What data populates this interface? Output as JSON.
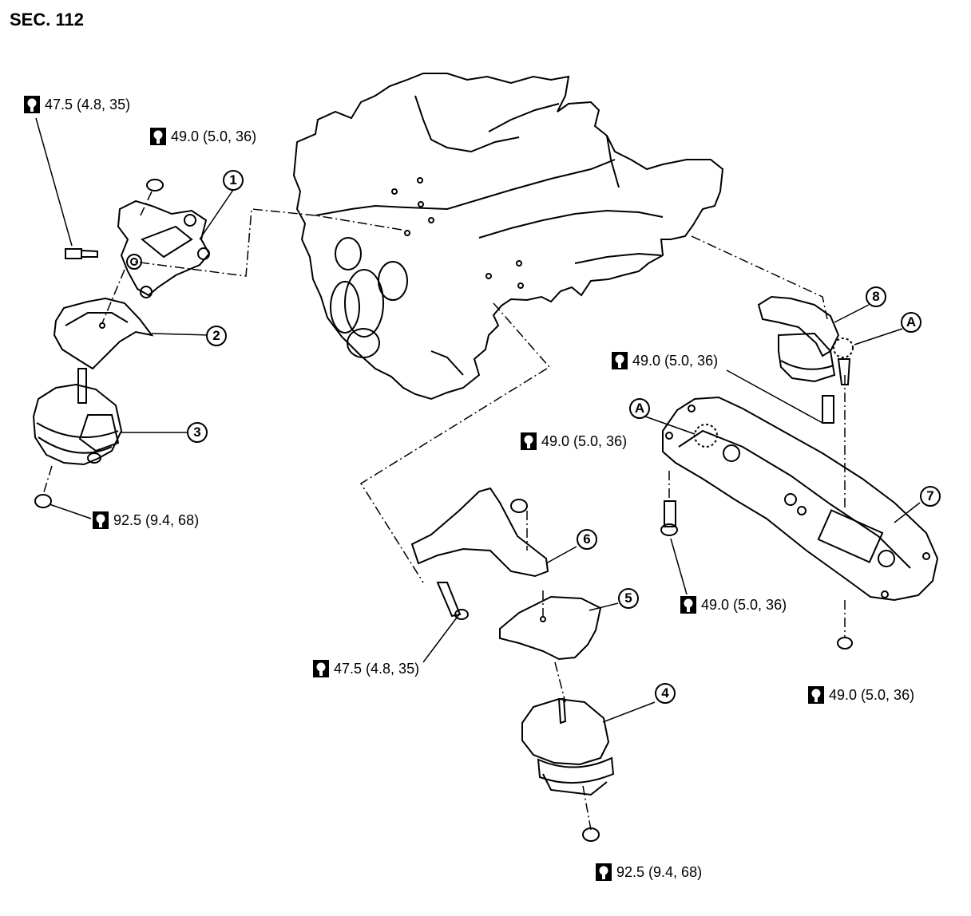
{
  "section_label": "SEC. 112",
  "torque_labels": [
    {
      "id": "t1",
      "text": "47.5 (4.8, 35)",
      "icon": "torque-wrench-icon"
    },
    {
      "id": "t2",
      "text": "49.0 (5.0, 36)",
      "icon": "torque-wrench-icon"
    },
    {
      "id": "t3",
      "text": "92.5 (9.4, 68)",
      "icon": "torque-wrench-icon"
    },
    {
      "id": "t4",
      "text": "49.0 (5.0, 36)",
      "icon": "torque-wrench-icon"
    },
    {
      "id": "t5",
      "text": "49.0 (5.0, 36)",
      "icon": "torque-wrench-icon"
    },
    {
      "id": "t6",
      "text": "47.5 (4.8, 35)",
      "icon": "torque-wrench-icon"
    },
    {
      "id": "t7",
      "text": "49.0 (5.0, 36)",
      "icon": "torque-wrench-icon"
    },
    {
      "id": "t8",
      "text": "49.0 (5.0, 36)",
      "icon": "torque-wrench-icon"
    },
    {
      "id": "t9",
      "text": "92.5 (9.4, 68)",
      "icon": "torque-wrench-icon"
    }
  ],
  "callouts": [
    {
      "id": "c1",
      "text": "1"
    },
    {
      "id": "c2",
      "text": "2"
    },
    {
      "id": "c3",
      "text": "3"
    },
    {
      "id": "c4",
      "text": "4"
    },
    {
      "id": "c5",
      "text": "5"
    },
    {
      "id": "c6",
      "text": "6"
    },
    {
      "id": "c7",
      "text": "7"
    },
    {
      "id": "c8",
      "text": "8"
    },
    {
      "id": "ca1",
      "text": "A"
    },
    {
      "id": "ca2",
      "text": "A"
    }
  ]
}
